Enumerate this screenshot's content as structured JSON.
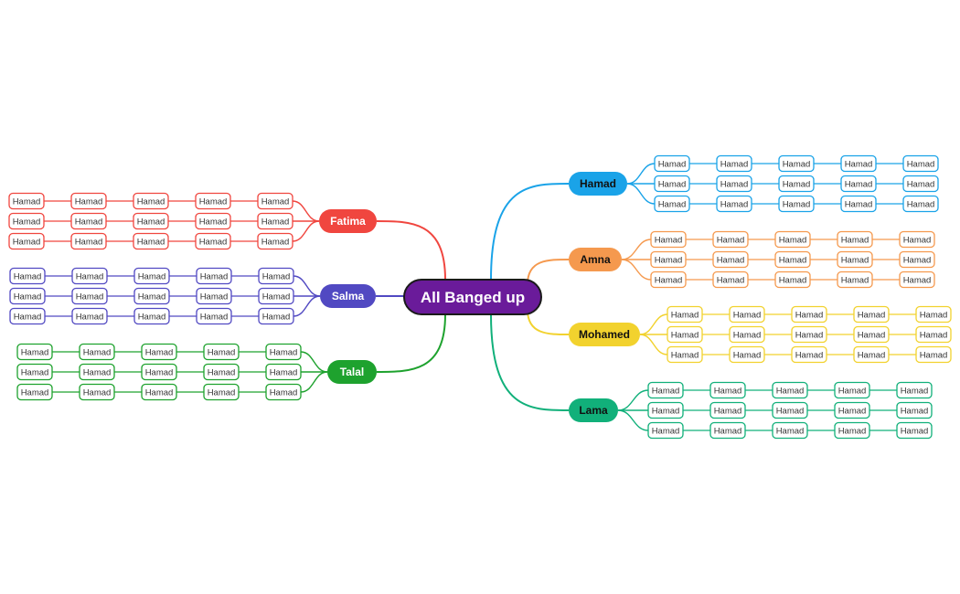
{
  "center": {
    "label": "All Banged up",
    "color": "#6a1b9a"
  },
  "branches": [
    {
      "key": "hamad",
      "label": "Hamad",
      "color": "#1aa3e8",
      "text_color": "#111111",
      "rows": [
        [
          "Hamad",
          "Hamad",
          "Hamad",
          "Hamad",
          "Hamad"
        ],
        [
          "Hamad",
          "Hamad",
          "Hamad",
          "Hamad",
          "Hamad"
        ],
        [
          "Hamad",
          "Hamad",
          "Hamad",
          "Hamad",
          "Hamad"
        ]
      ]
    },
    {
      "key": "amna",
      "label": "Amna",
      "color": "#f5994e",
      "text_color": "#111111",
      "rows": [
        [
          "Hamad",
          "Hamad",
          "Hamad",
          "Hamad",
          "Hamad"
        ],
        [
          "Hamad",
          "Hamad",
          "Hamad",
          "Hamad",
          "Hamad"
        ],
        [
          "Hamad",
          "Hamad",
          "Hamad",
          "Hamad",
          "Hamad"
        ]
      ]
    },
    {
      "key": "mohamed",
      "label": "Mohamed",
      "color": "#f2d22e",
      "text_color": "#111111",
      "rows": [
        [
          "Hamad",
          "Hamad",
          "Hamad",
          "Hamad",
          "Hamad"
        ],
        [
          "Hamad",
          "Hamad",
          "Hamad",
          "Hamad",
          "Hamad"
        ],
        [
          "Hamad",
          "Hamad",
          "Hamad",
          "Hamad",
          "Hamad"
        ]
      ]
    },
    {
      "key": "lama",
      "label": "Lama",
      "color": "#11b07a",
      "text_color": "#111111",
      "rows": [
        [
          "Hamad",
          "Hamad",
          "Hamad",
          "Hamad",
          "Hamad"
        ],
        [
          "Hamad",
          "Hamad",
          "Hamad",
          "Hamad",
          "Hamad"
        ],
        [
          "Hamad",
          "Hamad",
          "Hamad",
          "Hamad",
          "Hamad"
        ]
      ]
    },
    {
      "key": "fatima",
      "label": "Fatima",
      "color": "#f0463f",
      "text_color": "#ffffff",
      "rows": [
        [
          "Hamad",
          "Hamad",
          "Hamad",
          "Hamad",
          "Hamad"
        ],
        [
          "Hamad",
          "Hamad",
          "Hamad",
          "Hamad",
          "Hamad"
        ],
        [
          "Hamad",
          "Hamad",
          "Hamad",
          "Hamad",
          "Hamad"
        ]
      ]
    },
    {
      "key": "salma",
      "label": "Salma",
      "color": "#5149c2",
      "text_color": "#ffffff",
      "rows": [
        [
          "Hamad",
          "Hamad",
          "Hamad",
          "Hamad",
          "Hamad"
        ],
        [
          "Hamad",
          "Hamad",
          "Hamad",
          "Hamad",
          "Hamad"
        ],
        [
          "Hamad",
          "Hamad",
          "Hamad",
          "Hamad",
          "Hamad"
        ]
      ]
    },
    {
      "key": "talal",
      "label": "Talal",
      "color": "#1ea22e",
      "text_color": "#ffffff",
      "rows": [
        [
          "Hamad",
          "Hamad",
          "Hamad",
          "Hamad",
          "Hamad"
        ],
        [
          "Hamad",
          "Hamad",
          "Hamad",
          "Hamad",
          "Hamad"
        ],
        [
          "Hamad",
          "Hamad",
          "Hamad",
          "Hamad",
          "Hamad"
        ]
      ]
    }
  ]
}
